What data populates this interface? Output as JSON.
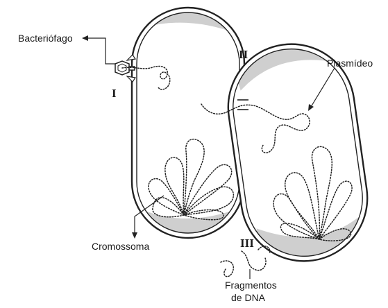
{
  "labels": {
    "bacteriophage": "Bacteriófago",
    "plasmid": "Plasmídeo",
    "chromosome": "Cromossoma",
    "fragments_line1": "Fragmentos",
    "fragments_line2": "de DNA"
  },
  "markers": {
    "one": "I",
    "two": "II",
    "three": "III"
  }
}
